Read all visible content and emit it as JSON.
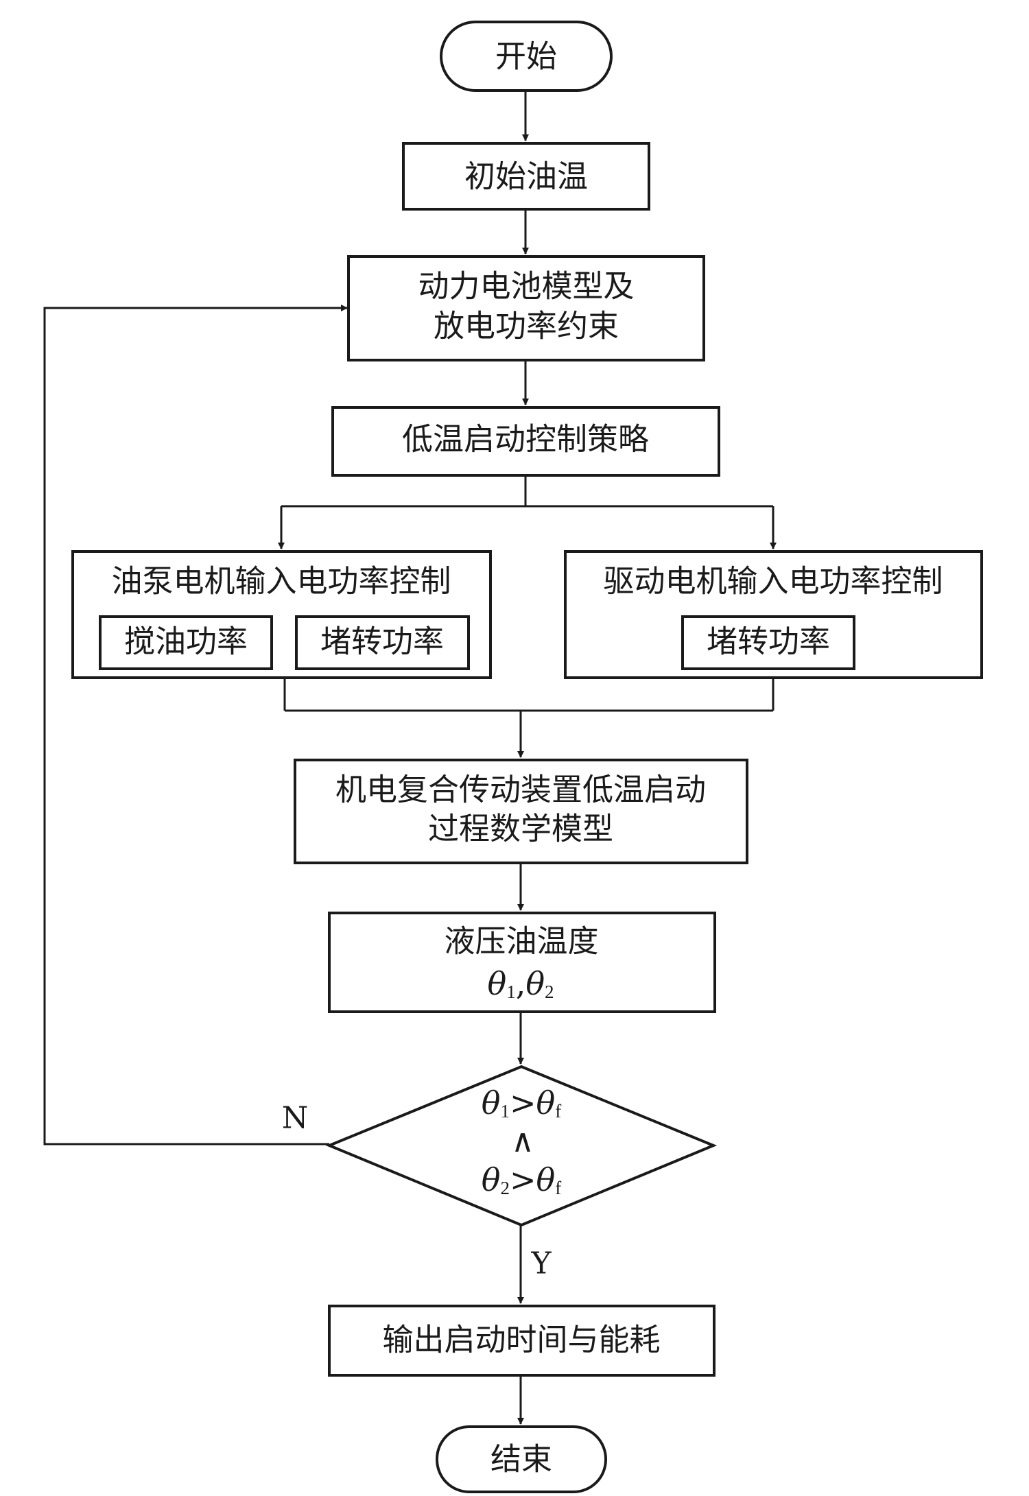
{
  "nodes": {
    "start": "开始",
    "init_oil_temp": "初始油温",
    "battery_model_line1": "动力电池模型及",
    "battery_model_line2": "放电功率约束",
    "control_strategy": "低温启动控制策略",
    "pump_motor_title": "油泵电机输入电功率控制",
    "churning_power": "搅油功率",
    "stall_power_pump": "堵转功率",
    "drive_motor_title": "驱动电机输入电功率控制",
    "stall_power_drive": "堵转功率",
    "math_model_line1": "机电复合传动装置低温启动",
    "math_model_line2": "过程数学模型",
    "hydraulic_temp": "液压油温度",
    "output": "输出启动时间与能耗",
    "end": "结束"
  },
  "math": {
    "theta": "θ",
    "sub_1": "1",
    "sub_2": "2",
    "sub_f": "f",
    "comma": ",",
    "gt": ">",
    "and": "∧"
  },
  "branches": {
    "no": "N",
    "yes": "Y"
  }
}
